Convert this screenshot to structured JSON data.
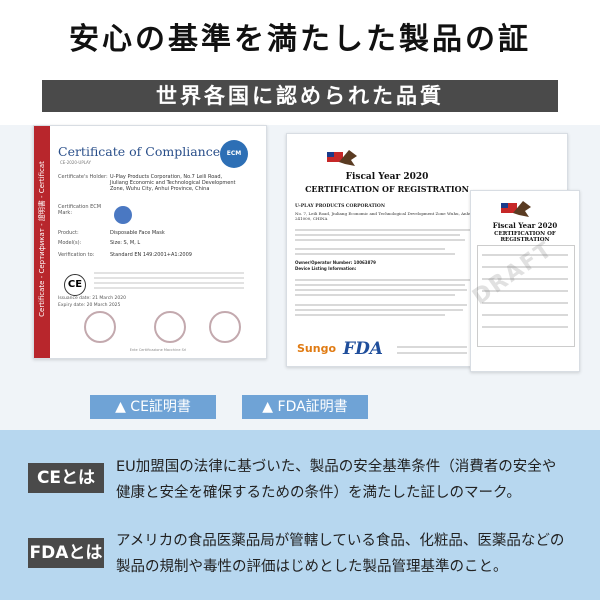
{
  "header": {
    "title": "安心の基準を満たした製品の証",
    "subtitle": "世界各国に認められた品質"
  },
  "ce_certificate": {
    "title": "Certificate of Compliance",
    "number": "CE-2020-UPLAY",
    "badge": "ECM",
    "side_text": "Certificate - Сертификат - 證明書 - Certificat",
    "rows": [
      {
        "key": "Certificate's Holder:",
        "value": "U-Play Products Corporation, No.7 Leili Road, Jiuliang Economic and Technological Development Zone, Wuhu City, Anhui Province, China"
      },
      {
        "key": "Certification ECM Mark:",
        "value": ""
      },
      {
        "key": "Product:",
        "value": "Disposable Face Mask"
      },
      {
        "key": "Model(s):",
        "value": "Size: S, M, L"
      },
      {
        "key": "Verification to:",
        "value": "Standard EN 149:2001+A1:2009"
      }
    ],
    "mark": "CE",
    "issued": "Issuance date: 21 March 2020",
    "expiry": "Expiry date: 20 March 2025",
    "footer": "Ente Certificazione Macchine Srl"
  },
  "fda_certificate": {
    "fiscal_year": "Fiscal Year 2020",
    "title": "CERTIFICATION OF REGISTRATION",
    "company": "U-PLAY PRODUCTS CORPORATION",
    "address": "No. 7, Leili Road, Jiuliang Economic and Technological Development Zone Wuhu, Anhui, 241000, CHINA",
    "owner_label": "Owner/Operator Number: 10063879",
    "device_label": "Device Listing Information:",
    "sungo": "Sungo",
    "fda_logo": "FDA",
    "watermark": "DRAFT"
  },
  "labels": {
    "ce": "▲ CE証明書",
    "fda": "▲ FDA証明書"
  },
  "explanations": {
    "ce": {
      "tag": "CEとは",
      "lines": [
        "EU加盟国の法律に基づいた、製品の安全基準条件（消費者の安全や",
        "健康と安全を確保するための条件）を満たした証しのマーク。"
      ]
    },
    "fda": {
      "tag": "FDAとは",
      "lines": [
        "アメリカの食品医薬品局が管轄している食品、化粧品、医薬品などの",
        "製品の規制や毒性の評価はじめとした製品管理基準のこと。"
      ]
    }
  },
  "colors": {
    "banner": "#4a4a4a",
    "label_blue": "#6fa3d6",
    "panel_blue": "#b7d7ef",
    "ce_red": "#b8262c"
  }
}
